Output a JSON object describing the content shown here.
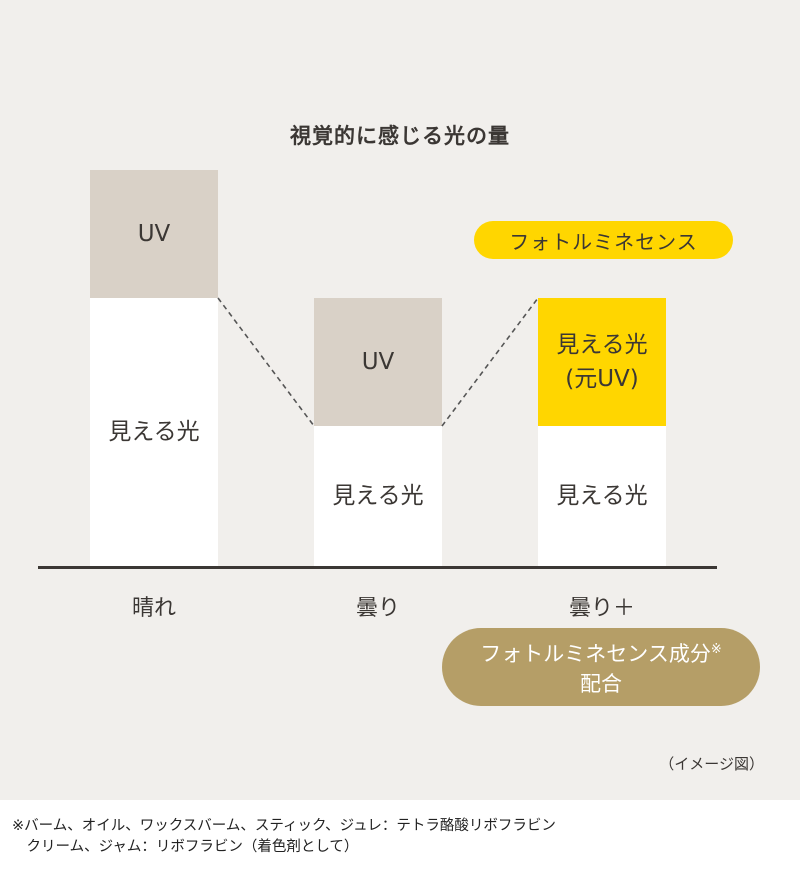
{
  "title": "視覚的に感じる光の量",
  "bars": [
    {
      "category": "晴れ",
      "top_label": "UV",
      "bottom_label": "見える光"
    },
    {
      "category": "曇り",
      "top_label": "UV",
      "bottom_label": "見える光"
    },
    {
      "category": "曇り＋",
      "top_label": "見える光\n(元UV)",
      "bottom_label": "見える光"
    }
  ],
  "badge_top": "フォトルミネセンス",
  "badge_bottom": {
    "line1": "フォトルミネセンス成分",
    "mark": "※",
    "line2": "配合"
  },
  "caption": "（イメージ図）",
  "footnote": "※バーム、オイル、ワックスバーム、スティック、ジュレ：テトラ酪酸リボフラビン\n　クリーム、ジャム：リボフラビン（着色剤として）",
  "colors": {
    "uv": "#d9d1c7",
    "visible": "#ffffff",
    "converted": "#ffd600",
    "badge_gold": "#b59e67",
    "background": "#f1efec"
  }
}
